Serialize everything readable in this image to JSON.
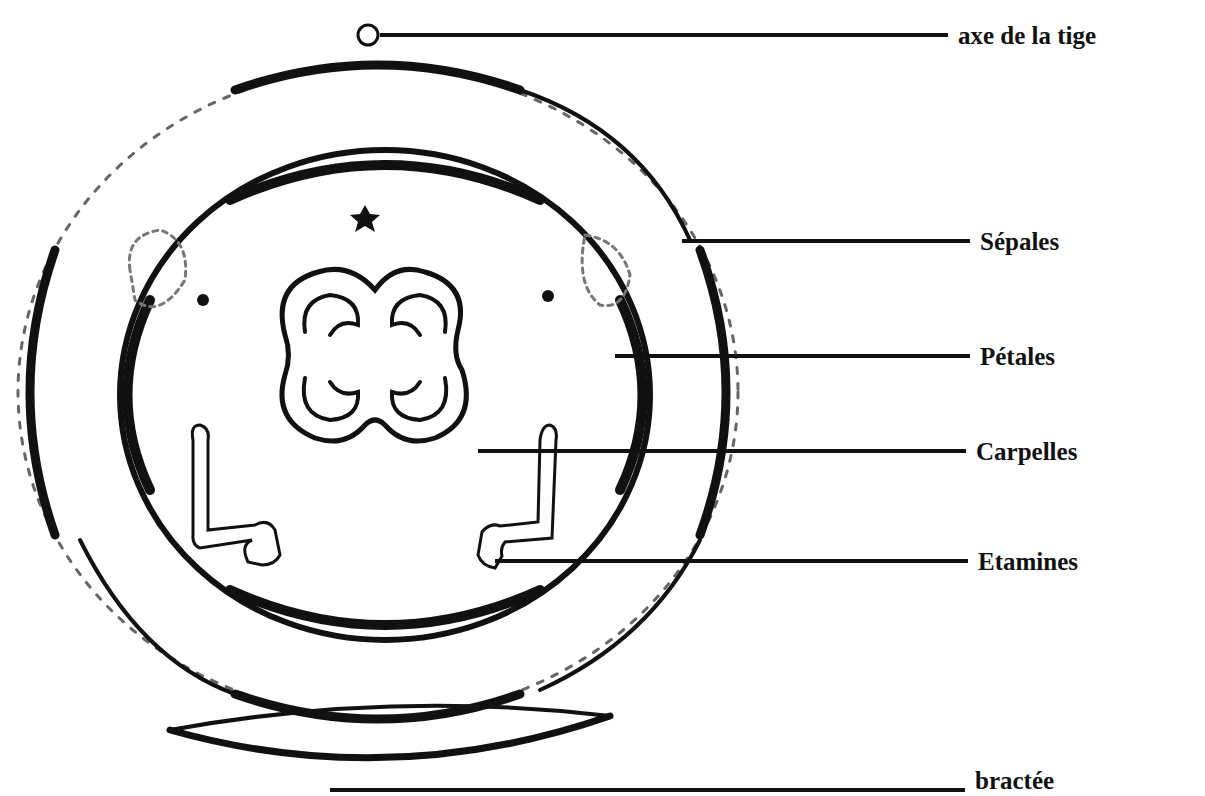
{
  "diagram": {
    "labels": [
      "axe de la tige",
      "Sépales",
      "Pétales",
      "Carpelles",
      "Etamines",
      "bractée"
    ]
  }
}
